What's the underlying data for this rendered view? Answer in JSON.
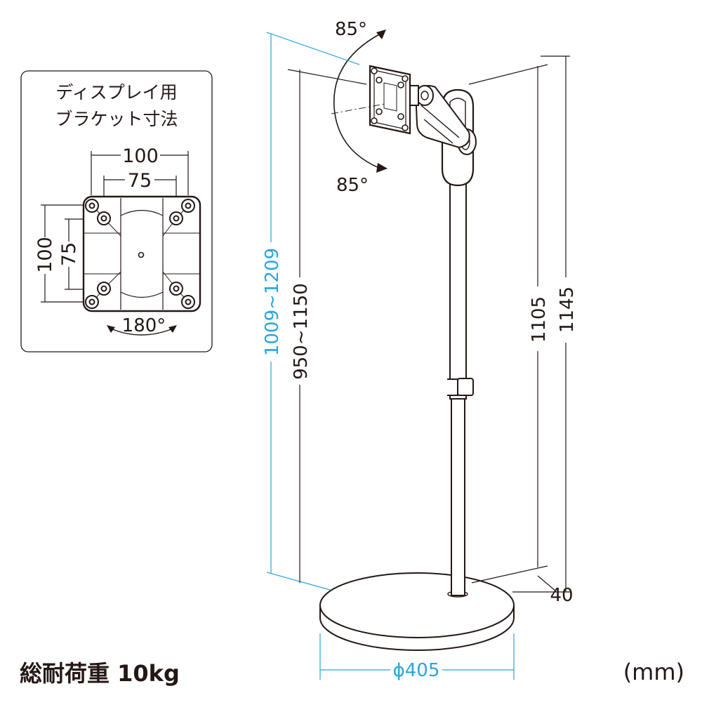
{
  "inset": {
    "title_line1": "ディスプレイ用",
    "title_line2": "ブラケット寸法",
    "width_outer": "100",
    "width_inner": "75",
    "height_outer": "100",
    "height_inner": "75",
    "rotation": "180°"
  },
  "tilt": {
    "up": "85°",
    "down": "85°"
  },
  "dimensions": {
    "total_height_range": "1009~1209",
    "pole_height_range": "950~1150",
    "height_1105": "1105",
    "height_1145": "1145",
    "base_thickness": "40",
    "base_diameter": "ϕ405"
  },
  "footer": {
    "load_label": "総耐荷重 10kg",
    "unit": "(mm)"
  },
  "colors": {
    "line": "#231815",
    "accent_blue": "#2aa4dc"
  }
}
